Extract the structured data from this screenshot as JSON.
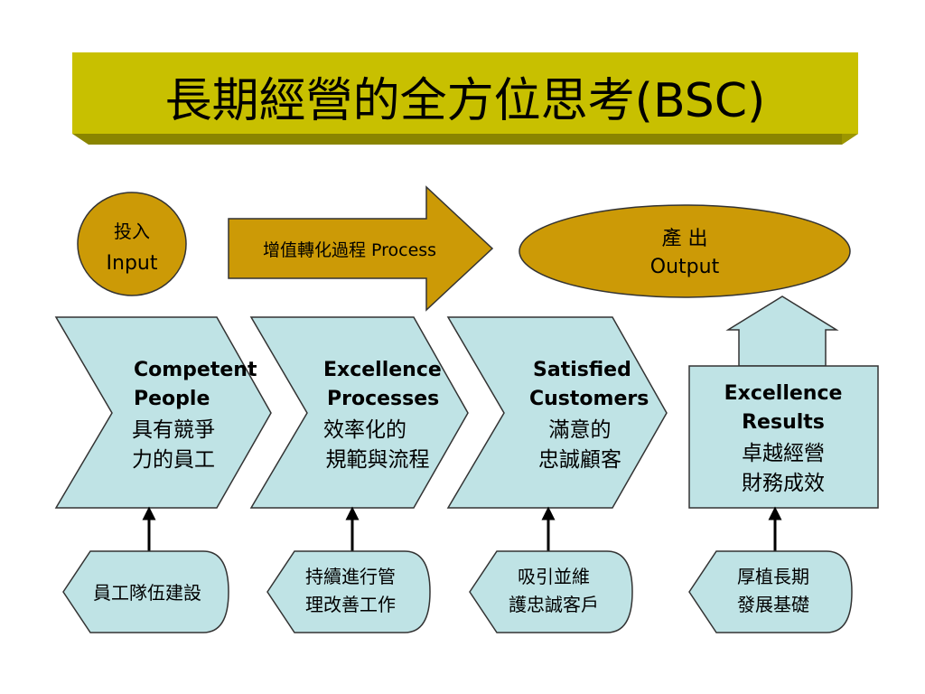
{
  "title": "長期經營的全方位思考(BSC)",
  "colors": {
    "title_bg": "#C8C000",
    "gold": "#CC9A06",
    "light_blue": "#BFE3E5",
    "outline": "#333333"
  },
  "input": {
    "line1": "投入",
    "line2": "Input"
  },
  "process": {
    "label": "增值轉化過程 Process"
  },
  "output": {
    "line1": "產 出",
    "line2": "Output"
  },
  "stages": [
    {
      "en1": "Competent",
      "en2": "People",
      "zh1": "具有競爭",
      "zh2": "力的員工"
    },
    {
      "en1": "Excellence",
      "en2": "Processes",
      "zh1": "效率化的",
      "zh2": "規範與流程"
    },
    {
      "en1": "Satisfied",
      "en2": "Customers",
      "zh1": "滿意的",
      "zh2": "忠誠顧客"
    }
  ],
  "results": {
    "en1": "Excellence",
    "en2": "Results",
    "zh1": "卓越經營",
    "zh2": "財務成效"
  },
  "foundations": [
    {
      "line1": "員工隊伍建設",
      "line2": ""
    },
    {
      "line1": "持續進行管",
      "line2": "理改善工作"
    },
    {
      "line1": "吸引並維",
      "line2": "護忠誠客戶"
    },
    {
      "line1": "厚植長期",
      "line2": "發展基礎"
    }
  ]
}
